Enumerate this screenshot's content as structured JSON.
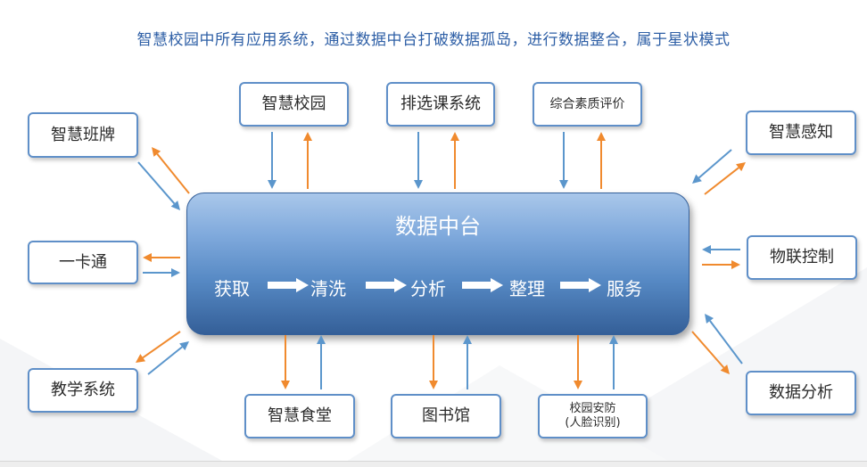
{
  "caption": "智慧校园中所有应用系统，通过数据中台打破数据孤岛，进行数据整合，属于星状模式",
  "hub": {
    "title": "数据中台",
    "steps": [
      "获取",
      "清洗",
      "分析",
      "整理",
      "服务"
    ]
  },
  "nodes": {
    "smart_board": "智慧班牌",
    "smart_campus": "智慧校园",
    "course_selection": "排选课系统",
    "quality_evaluation": "综合素质评价",
    "smart_sensing": "智慧感知",
    "one_card": "一卡通",
    "iot_control": "物联控制",
    "teaching_system": "教学系统",
    "smart_canteen": "智慧食堂",
    "library": "图书馆",
    "campus_security": "校园安防",
    "campus_security_sub": "(人脸识别)",
    "data_analysis": "数据分析"
  },
  "colors": {
    "outbound_arrow": "#f08a2e",
    "inbound_arrow": "#5b96cc",
    "caption_text": "#2e5fa6",
    "node_border": "#5f8fc8",
    "hub_top": "#a9c7ea",
    "hub_bottom": "#345f98"
  }
}
